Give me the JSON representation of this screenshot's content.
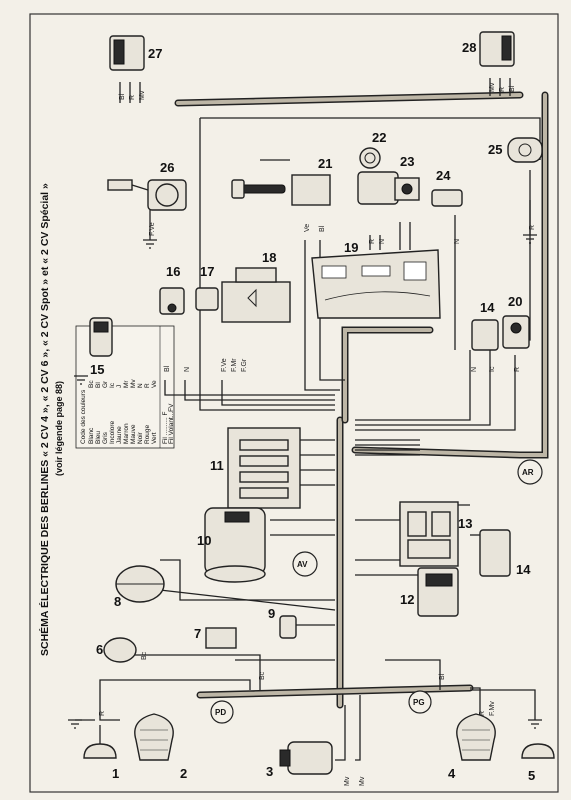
{
  "header": {
    "title": "SCHÉMA ÉLECTRIQUE DES BERLINES « 2 CV 4 », « 2 CV 6 », « 2 CV Spot » et « 2 CV Spécial »",
    "subtitle": "(voir légende page 88)"
  },
  "legend": {
    "heading": "Code des couleurs",
    "rows": [
      {
        "color": "Blanc",
        "code": "Bc"
      },
      {
        "color": "Bleu",
        "code": "Bl"
      },
      {
        "color": "Gris",
        "code": "Gr"
      },
      {
        "color": "Incolore",
        "code": "Ic"
      },
      {
        "color": "Jaune",
        "code": "J"
      },
      {
        "color": "Marron",
        "code": "Mr"
      },
      {
        "color": "Mauve",
        "code": "Mv"
      },
      {
        "color": "Noir",
        "code": "N"
      },
      {
        "color": "Rouge",
        "code": "R"
      },
      {
        "color": "Vert",
        "code": "Ve"
      }
    ],
    "fil": "Fil .......... F",
    "fil_volant": "Fil Volant...FV"
  },
  "components": {
    "c1": "1",
    "c2": "2",
    "c3": "3",
    "c4": "4",
    "c5": "5",
    "c6": "6",
    "c7": "7",
    "c8": "8",
    "c9": "9",
    "c10": "10",
    "c11": "11",
    "c12": "12",
    "c13": "13",
    "c14a": "14",
    "c14b": "14",
    "c15": "15",
    "c16": "16",
    "c17": "17",
    "c18": "18",
    "c19": "19",
    "c20": "20",
    "c21": "21",
    "c22": "22",
    "c23": "23",
    "c24": "24",
    "c25": "25",
    "c26": "26",
    "c27": "27",
    "c28": "28"
  },
  "harness_tags": {
    "av": "AV",
    "ar": "AR",
    "pd": "PD",
    "pg": "PG"
  },
  "wire_labels": {
    "w1": "Bc",
    "w2": "Bc",
    "w3": "R",
    "w4": "Mv",
    "w5": "Bl",
    "w6": "Bl",
    "w7": "R",
    "w8": "Mv",
    "w9": "F.Ve",
    "w10": "F.Mr",
    "w11": "F.Gr",
    "w12": "Ve",
    "w13": "Bl",
    "w14": "N",
    "w15": "R",
    "w16": "Mv",
    "w17": "Bl",
    "w18": "R",
    "w19": "N",
    "w20": "Mv",
    "w21": "Bl",
    "w22": "R",
    "w23": "Ic",
    "w24": "N",
    "w25": "F.Ve",
    "w26": "F.Mv",
    "w27": "R",
    "w28": "N",
    "w29": "R"
  },
  "colors": {
    "paper": "#f3f0e8",
    "ink": "#222222",
    "harness_fill": "#bdb6a6"
  }
}
